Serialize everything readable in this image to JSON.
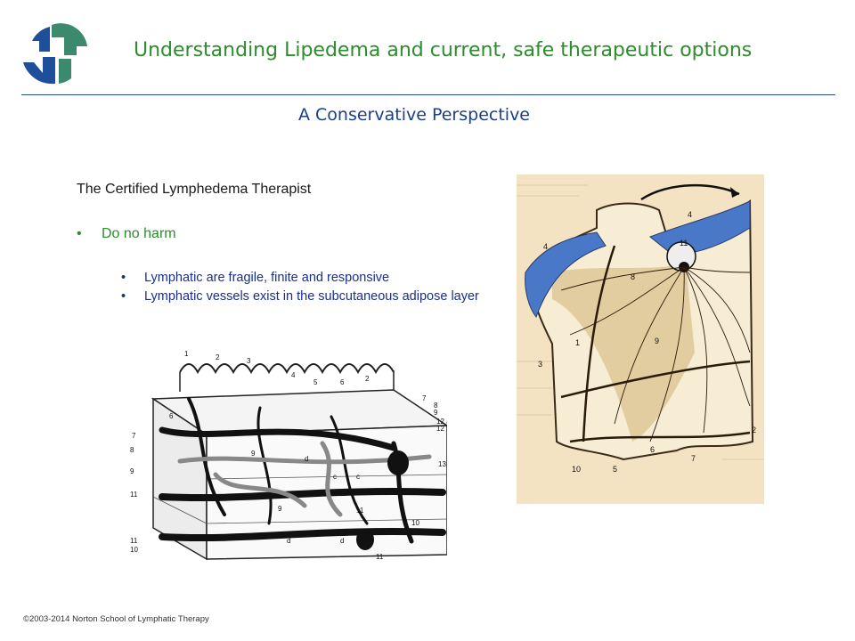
{
  "header": {
    "title": "Understanding Lipedema and current, safe therapeutic options",
    "subtitle": "A Conservative Perspective"
  },
  "content": {
    "heading": "The Certified Lymphedema Therapist",
    "bullet": "Do no harm",
    "subbullets": [
      "Lymphatic are fragile, finite and responsive",
      "Lymphatic vessels exist in the subcutaneous adipose layer"
    ]
  },
  "figure_left": {
    "labels": [
      "1",
      "2",
      "3",
      "4",
      "5",
      "6",
      "2",
      "7",
      "8",
      "9",
      "12 a",
      "12 b",
      "13",
      "6",
      "7",
      "8",
      "9",
      "11",
      "d",
      "c",
      "c",
      "9",
      "9",
      "11",
      "10",
      "d",
      "d",
      "11",
      "11",
      "10"
    ]
  },
  "figure_right": {
    "labels": [
      "11",
      "4",
      "4",
      "8",
      "9",
      "1",
      "3",
      "2",
      "10",
      "5",
      "6",
      "7"
    ]
  },
  "footer": {
    "copyright": "©2003-2014 Norton School of Lymphatic Therapy"
  },
  "colors": {
    "title_green": "#2e8b2e",
    "subtitle_blue": "#1a3f8c",
    "logo_blue": "#1f4f9a",
    "logo_teal": "#3c8a6e",
    "figure_tan": "#f3e3c3",
    "figure_shade": "#d9c08a",
    "figure_blue": "#4a78c8"
  },
  "icons": {
    "logo": "norton-school-logo-icon"
  }
}
